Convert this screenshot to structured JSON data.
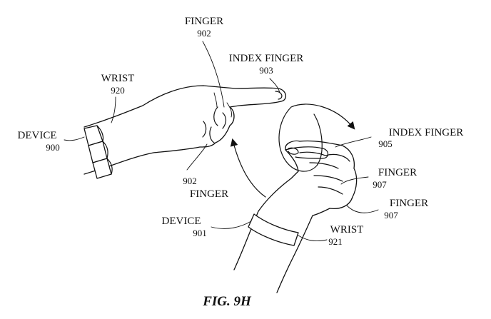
{
  "figure": {
    "caption": "FIG. 9H",
    "labels": {
      "finger_top": {
        "name": "FINGER",
        "ref": "902"
      },
      "index_finger_top": {
        "name": "INDEX FINGER",
        "ref": "903"
      },
      "wrist_left": {
        "name": "WRIST",
        "ref": "920"
      },
      "device_left": {
        "name": "DEVICE",
        "ref": "900"
      },
      "finger_bottom": {
        "name": "FINGER",
        "ref": "902"
      },
      "index_finger_right": {
        "name": "INDEX FINGER",
        "ref": "905"
      },
      "finger_right_a": {
        "name": "FINGER",
        "ref": "907"
      },
      "finger_right_b": {
        "name": "FINGER",
        "ref": "907"
      },
      "device_bottom": {
        "name": "DEVICE",
        "ref": "901"
      },
      "wrist_bottom": {
        "name": "WRIST",
        "ref": "921"
      }
    }
  }
}
